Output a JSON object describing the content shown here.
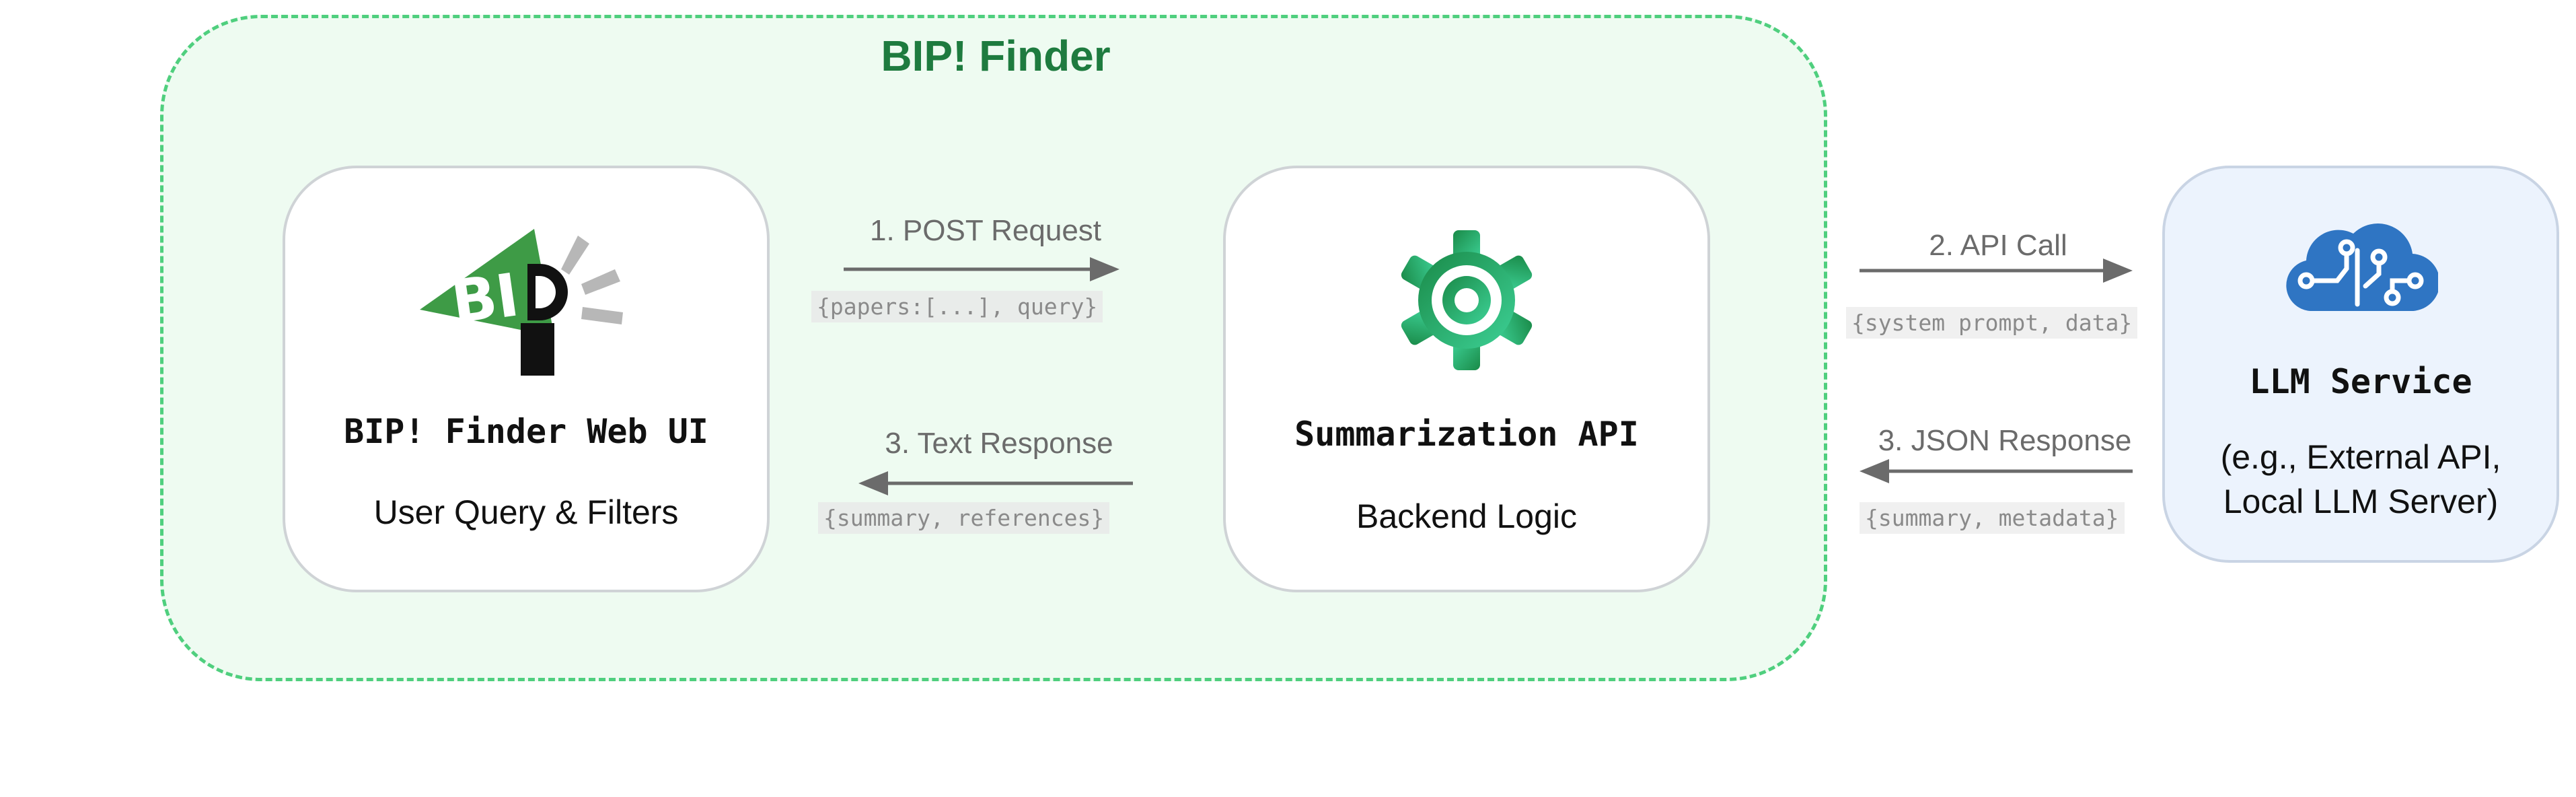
{
  "group": {
    "title": "BIP! Finder"
  },
  "web_ui": {
    "title": "BIP! Finder Web UI",
    "subtitle": "User Query & Filters",
    "logo_icon": "bip-logo-icon"
  },
  "summarization_api": {
    "title": "Summarization API",
    "subtitle": "Backend Logic",
    "icon": "gear-icon"
  },
  "llm_service": {
    "title": "LLM Service",
    "subtitle_line1": "(e.g., External API,",
    "subtitle_line2": "Local LLM Server)",
    "icon": "brain-circuit-cloud-icon"
  },
  "arrows": {
    "post_request": {
      "label": "1. POST Request",
      "payload": "{papers:[...], query}"
    },
    "text_response": {
      "label": "3. Text Response",
      "payload": "{summary, references}"
    },
    "api_call": {
      "label": "2. API Call",
      "payload": "{system prompt, data}"
    },
    "json_response": {
      "label": "3. JSON Response",
      "payload": "{summary, metadata}"
    }
  },
  "colors": {
    "group_border": "#4fcf7e",
    "group_fill": "#eefbf1",
    "group_title": "#1e7b3f",
    "gear_dark": "#1a8a48",
    "gear_light": "#3dd196",
    "brain_cloud": "#2f75c3",
    "arrow": "#6b6b6b"
  }
}
